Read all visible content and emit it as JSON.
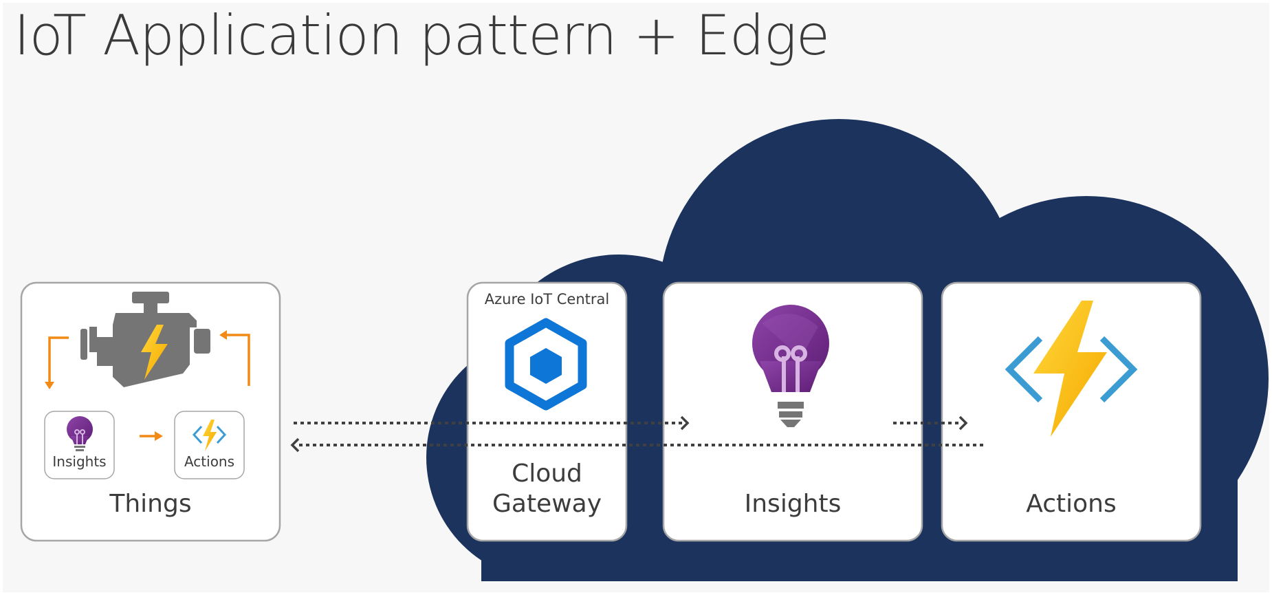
{
  "title": "IoT Application pattern + Edge",
  "things": {
    "caption": "Things",
    "insights_small_label": "Insights",
    "actions_small_label": "Actions"
  },
  "gateway": {
    "header": "Azure IoT Central",
    "caption_line1": "Cloud",
    "caption_line2": "Gateway"
  },
  "insights": {
    "caption": "Insights"
  },
  "actions": {
    "caption": "Actions"
  },
  "colors": {
    "cloud": "#1b335d",
    "card_border": "#a6a6a6",
    "arrow_orange": "#f28a16",
    "engine_gray": "#757575",
    "bulb_purple": "#7b2f8f",
    "bolt_yellow": "#fcc419",
    "code_blue": "#3b9bd3",
    "iot_central_blue": "#0e76d6",
    "dotted_arrow": "#404040"
  },
  "icons": [
    "engine-icon",
    "lightbulb-icon",
    "function-bolt-icon",
    "iot-central-icon"
  ]
}
